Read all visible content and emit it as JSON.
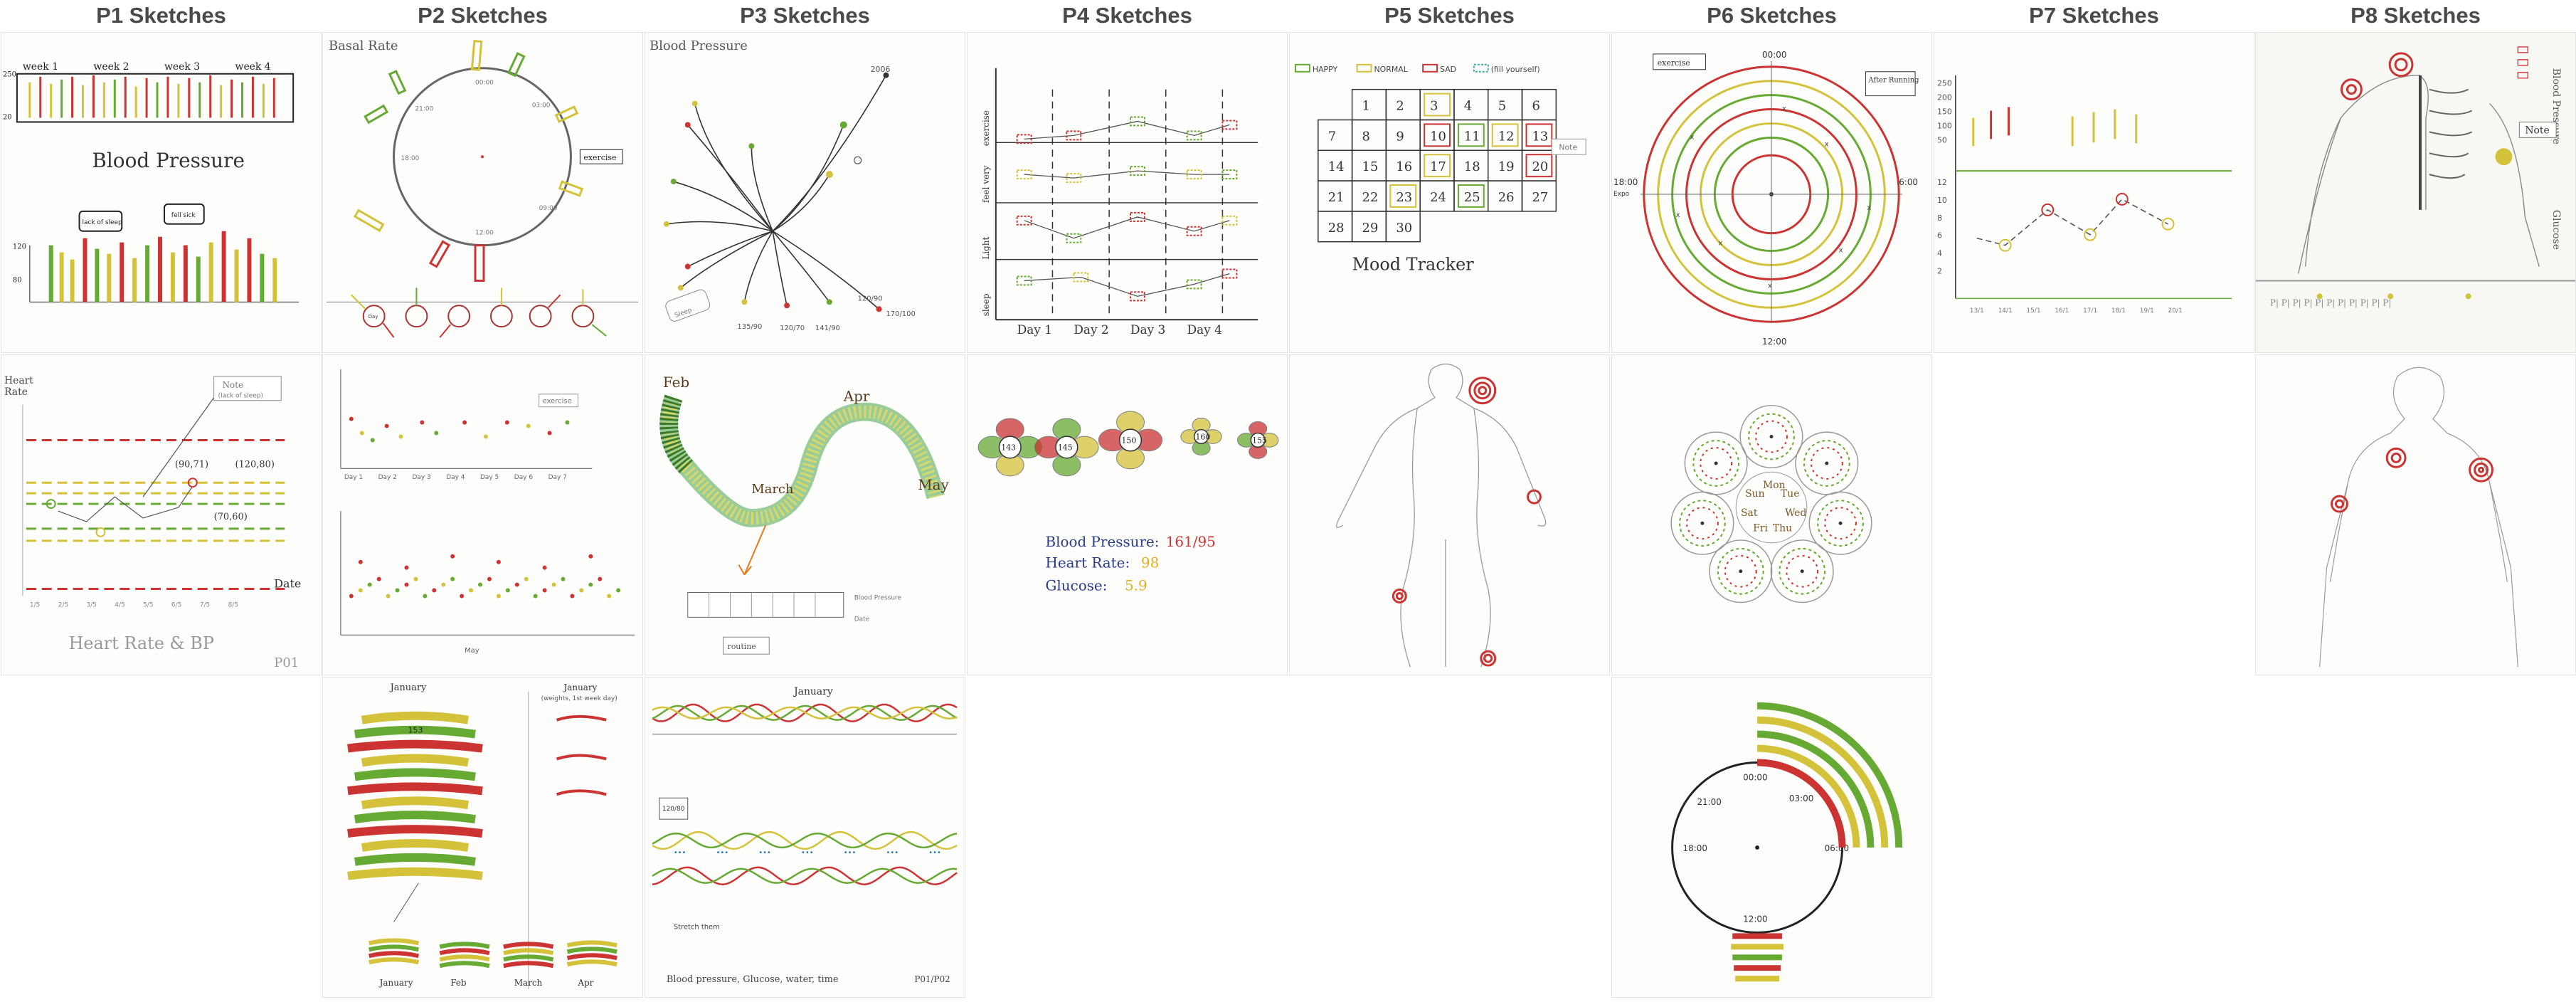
{
  "columns": [
    {
      "title": "P1 Sketches"
    },
    {
      "title": "P2 Sketches"
    },
    {
      "title": "P3 Sketches"
    },
    {
      "title": "P4 Sketches"
    },
    {
      "title": "P5 Sketches"
    },
    {
      "title": "P6 Sketches"
    },
    {
      "title": "P7 Sketches"
    },
    {
      "title": "P8 Sketches"
    }
  ],
  "sketches": {
    "p1_r1": {
      "weeks": [
        "week 1",
        "week 2",
        "week 3",
        "week 4"
      ],
      "y_top": "250",
      "y_bottom": "20",
      "title": "Blood Pressure",
      "y2_top": "120",
      "y2_bottom": "80",
      "note1": "lack of sleep",
      "note2": "fell sick"
    },
    "p1_r2": {
      "y_label_1": "Heart",
      "y_label_2": "Rate",
      "note": "Note",
      "note_sub": "(lack of sleep)",
      "pt1": "(90,71)",
      "pt2": "(120,80)",
      "pt3": "(70,60)",
      "x_label": "Date",
      "title": "Heart Rate & BP",
      "corner": "P01"
    },
    "p2_r1": {
      "label": "Basal Rate",
      "t1": "00:00",
      "t2": "03:00",
      "t3": "09:00",
      "t4": "12:00",
      "t5": "18:00",
      "t6": "21:00",
      "exercise": "exercise",
      "day": "Day"
    },
    "p2_r2": {
      "exercise": "exercise",
      "days": [
        "Day 1",
        "Day 2",
        "Day 3",
        "Day 4",
        "Day 5",
        "Day 6",
        "Day 7"
      ],
      "month": "May"
    },
    "p2_r3": {
      "month1": "January",
      "month2": "January",
      "sub2": "(weights, 1st week day)",
      "val": "153",
      "months": [
        "January",
        "Feb",
        "March",
        "Apr"
      ]
    },
    "p3_r1": {
      "label": "Blood Pressure",
      "v1": "170/100",
      "v2": "120/90",
      "v3": "141/90",
      "v4": "120/70",
      "v5": "135/90",
      "top": "2006",
      "note": "Sleep"
    },
    "p3_r2": {
      "m1": "Feb",
      "m2": "Apr",
      "m3": "March",
      "m4": "May",
      "legend": "Blood Pressure",
      "date": "Date",
      "routine": "routine"
    },
    "p3_r3": {
      "month": "January",
      "note_v": "120/80",
      "footer": "Blood pressure, Glucose, water, time",
      "corner": "P01/P02",
      "sub": "Stretch them"
    },
    "p4_r1": {
      "y1": "exercise",
      "y2": "feel very",
      "y3": "Light",
      "y4": "sleep",
      "days": [
        "Day 1",
        "Day 2",
        "Day 3",
        "Day 4"
      ]
    },
    "p4_r2": {
      "bp_label": "Blood Pressure:",
      "bp_val": "161/95",
      "hr_label": "Heart Rate:",
      "hr_val": "98",
      "gl_label": "Glucose:",
      "gl_val": "5.9",
      "flower_vals": [
        "143",
        "145",
        "150",
        "160",
        "155"
      ]
    },
    "p5_r1": {
      "legend": [
        "HAPPY",
        "NORMAL",
        "SAD",
        "(fill yourself)"
      ],
      "title": "Mood Tracker",
      "note": "Note",
      "days": [
        "1",
        "2",
        "3",
        "4",
        "5",
        "6",
        "7",
        "8",
        "9",
        "10",
        "11",
        "12",
        "13",
        "14",
        "15",
        "16",
        "17",
        "18",
        "19",
        "20",
        "21",
        "22",
        "23",
        "24",
        "25",
        "26",
        "27",
        "28",
        "29",
        "30"
      ]
    },
    "p6_r1": {
      "exercise": "exercise",
      "after": "After Running",
      "t0": "00:00",
      "t6": "6:00",
      "t12": "12:00",
      "t18": "18:00",
      "t18b": "Expo"
    },
    "p6_r2": {
      "days": [
        "Mon",
        "Tue",
        "Wed",
        "Thu",
        "Fri",
        "Sat",
        "Sun"
      ]
    },
    "p6_r3": {
      "t0": "00:00",
      "t6": "06:00",
      "t12": "12:00",
      "t18": "18:00",
      "t3": "03:00",
      "t21": "21:00"
    },
    "p7_r1": {
      "y_vals": [
        "250",
        "200",
        "150",
        "100",
        "50",
        "12",
        "10",
        "8",
        "6",
        "4",
        "2"
      ]
    },
    "p8_r1": {
      "bp": "Blood Pressure",
      "gl": "Glucose",
      "note": "Note"
    }
  }
}
